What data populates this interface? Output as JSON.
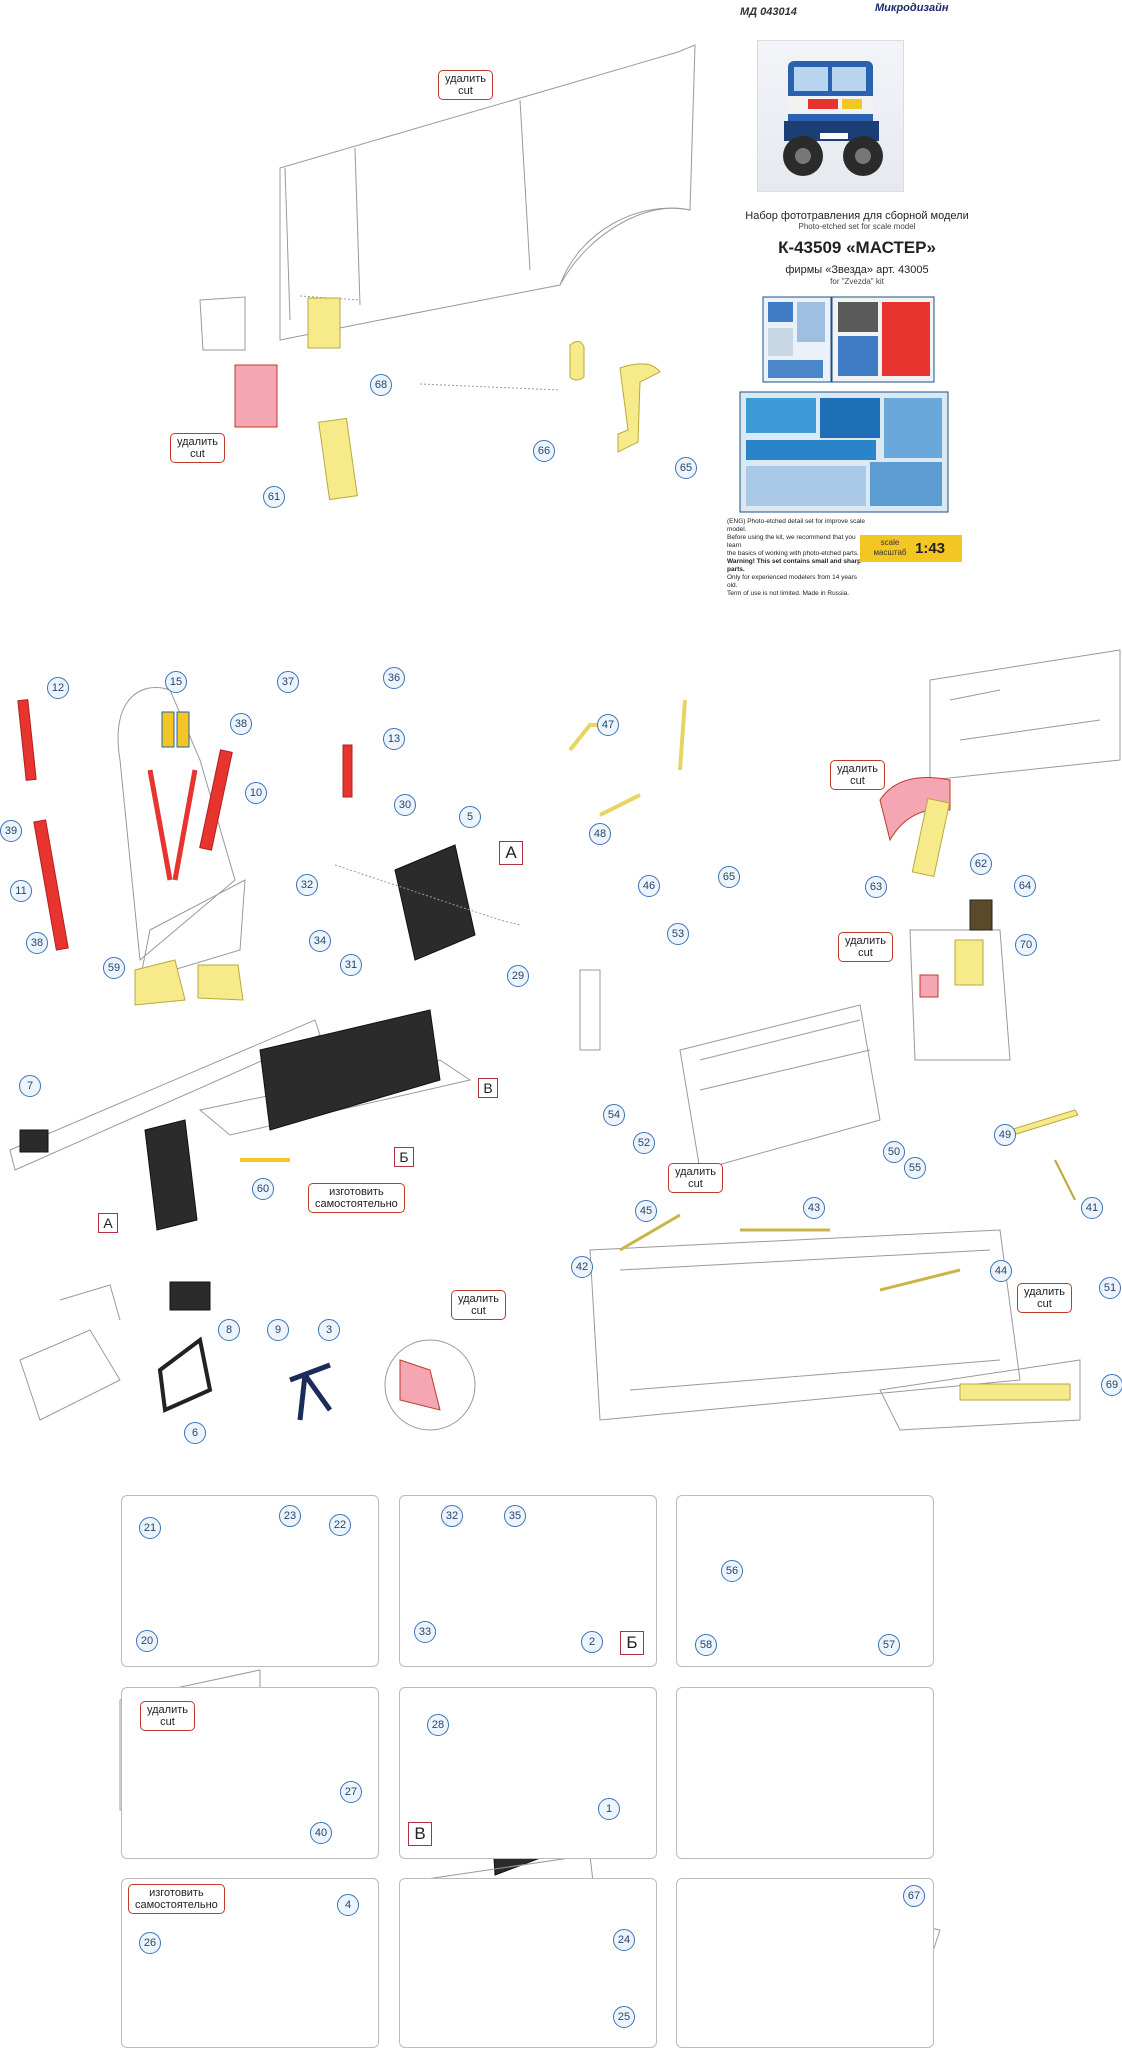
{
  "cover": {
    "code": "МД 043014",
    "brand": "Микродизайн",
    "title_ru": "Набор фототравления для сборной модели",
    "title_en": "Photo-etched set for scale model",
    "model": "К-43509 «МАСТЕР»",
    "kit_ru": "фирмы «Звезда» арт. 43005",
    "kit_en": "for \"Zvezda\" kit",
    "notes": [
      "(ENG) Photo-etched detail set for improve scale model.",
      "Before using the kit, we recommend that you learn",
      "the basics of working with photo-etched parts.",
      "Warning! This set contains small and sharp parts.",
      "Only for experienced modelers from 14 years old.",
      "Term of use is not limited. Made in Russia."
    ],
    "scale_label_en": "scale",
    "scale_label_ru": "масштаб",
    "scale": "1:43",
    "colors": {
      "accent_yellow": "#f3c623",
      "sheet_blue": "#1d4f86",
      "part_pink": "#f4a7b3",
      "part_yellow": "#f7ea8a",
      "part_red": "#e8342f"
    }
  },
  "callouts": {
    "cut": "удалить\ncut",
    "cut_word_ru": "удалить",
    "cut_word_en": "cut",
    "make_ru_1": "изготовить",
    "make_ru_2": "самостоятельно"
  },
  "section_letters": {
    "a": "А",
    "b": "Б",
    "v": "В"
  },
  "part_numbers": {
    "top": [
      "68",
      "66",
      "65",
      "61"
    ],
    "seats": [
      "12",
      "15",
      "37",
      "36",
      "38",
      "13",
      "10",
      "39",
      "11",
      "38",
      "59",
      "30",
      "5",
      "32",
      "34",
      "31",
      "29"
    ],
    "dash": [
      "7",
      "60"
    ],
    "steer": [
      "8",
      "9",
      "3",
      "6"
    ],
    "cab": [
      "47",
      "48",
      "46",
      "65",
      "63",
      "62",
      "64",
      "70",
      "53",
      "54",
      "52",
      "50",
      "55",
      "49",
      "41"
    ],
    "roof": [
      "45",
      "43",
      "42",
      "44",
      "51",
      "69"
    ],
    "grid": [
      "21",
      "23",
      "22",
      "20",
      "32",
      "35",
      "33",
      "2",
      "56",
      "58",
      "57",
      "28",
      "27",
      "40",
      "1",
      "4",
      "26",
      "24",
      "25",
      "67"
    ]
  }
}
